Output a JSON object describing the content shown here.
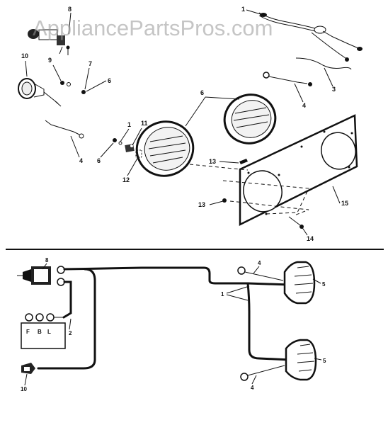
{
  "watermark": "AppliancePartsPros.com",
  "callouts": {
    "c1_top": "1",
    "c8_top": "8",
    "c10_top": "10",
    "c9": "9",
    "c7": "7",
    "c6_left": "6",
    "c6_lamps": "6",
    "c3": "3",
    "c4_mid": "4",
    "c4_left": "4",
    "c1_mid": "1",
    "c11": "11",
    "c6_mid": "6",
    "c12": "12",
    "c13_upper": "13",
    "c13_lower": "13",
    "c15": "15",
    "c14": "14"
  },
  "schematic": {
    "callouts": {
      "c8": "8",
      "c2": "2",
      "c10": "10",
      "c4_upper": "4",
      "c5_upper": "5",
      "c1": "1",
      "c5_lower": "5",
      "c4_lower": "4"
    },
    "terminals": {
      "f": "F",
      "b": "B",
      "l": "L"
    }
  },
  "colors": {
    "ink": "#111111",
    "paper": "#ffffff",
    "watermark": "#969696"
  }
}
